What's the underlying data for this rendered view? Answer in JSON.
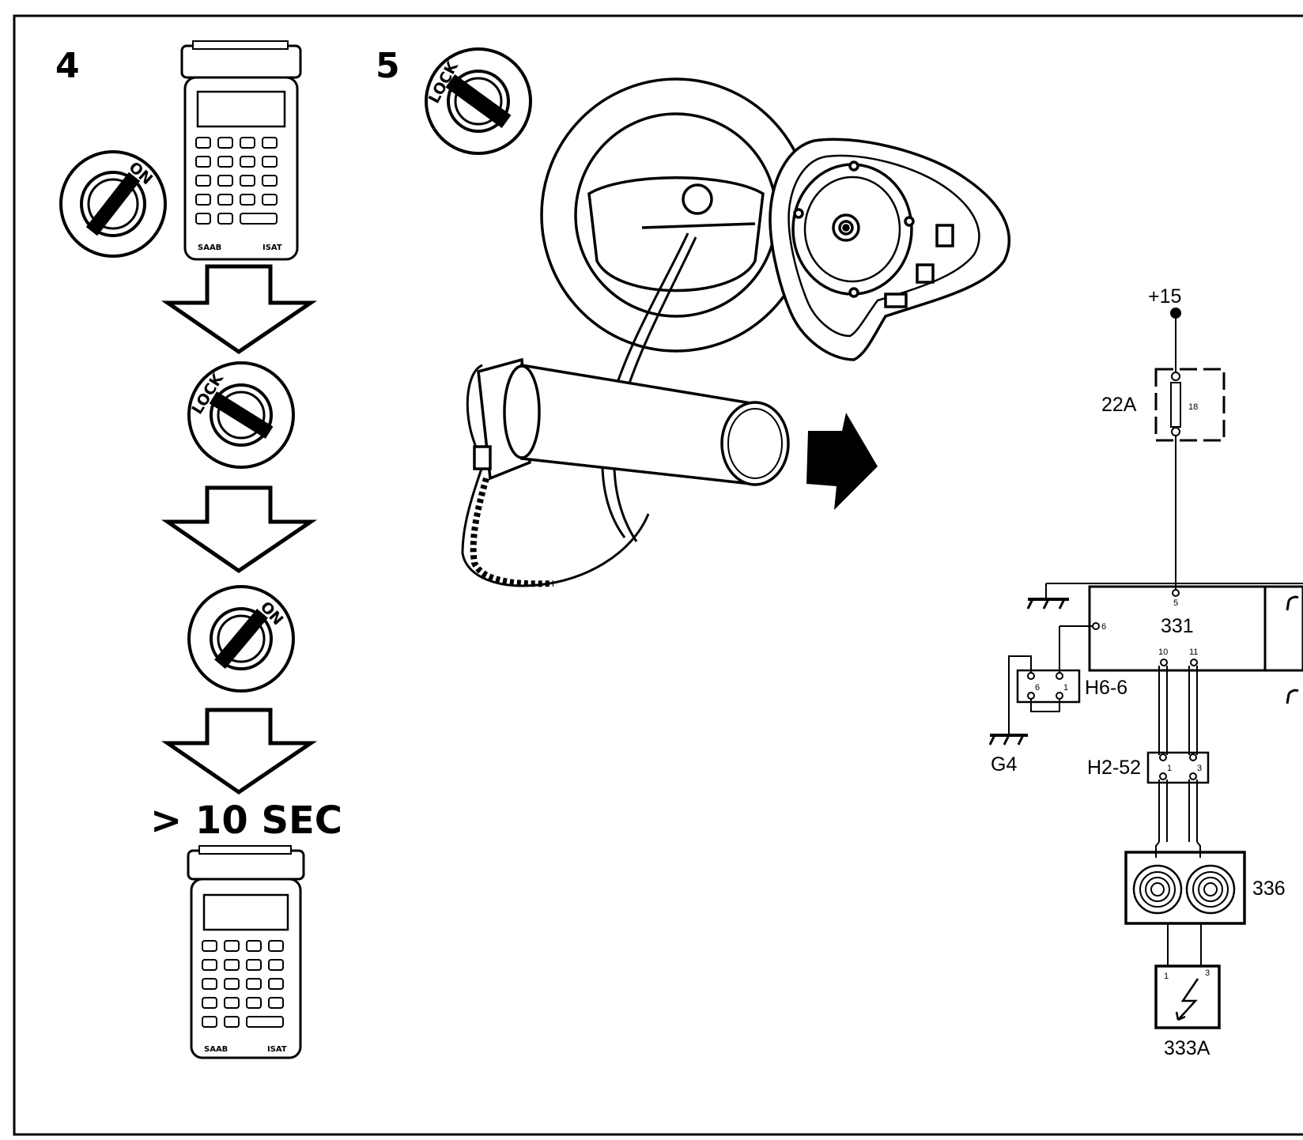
{
  "steps": {
    "step4": {
      "number": "4"
    },
    "step5": {
      "number": "5"
    }
  },
  "ignition": {
    "on_label": "ON",
    "lock_label": "LOCK"
  },
  "scanner": {
    "brand_left": "SAAB",
    "brand_right": "ISAT"
  },
  "timing": {
    "wait_label": "> 10 SEC"
  },
  "wiring": {
    "supply_label": "+15",
    "fuse_label": "22A",
    "fuse_pin": "18",
    "module_label": "331",
    "module_pin_top": "5",
    "module_pin_left": "6",
    "module_pin_a": "10",
    "module_pin_b": "11",
    "connector1_label": "H6-6",
    "connector1_pin_a": "6",
    "connector1_pin_b": "1",
    "ground_label": "G4",
    "connector2_label": "H2-52",
    "connector2_pin_a": "1",
    "connector2_pin_b": "3",
    "contact_reel_label": "336",
    "airbag_label": "333A",
    "airbag_pin_a": "1",
    "airbag_pin_b": "3"
  },
  "colors": {
    "ink": "#000000",
    "paper": "#ffffff"
  }
}
